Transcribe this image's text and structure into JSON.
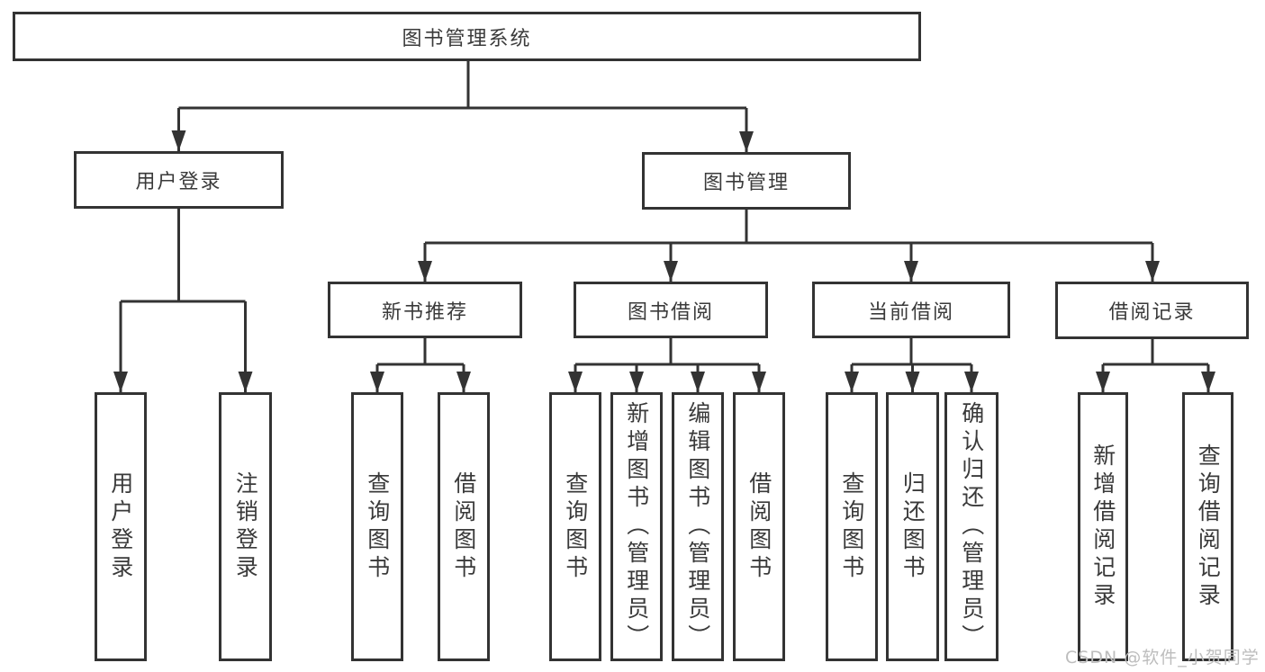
{
  "diagram": {
    "root": {
      "label": "图书管理系统"
    },
    "level2": {
      "user_login": {
        "label": "用户登录"
      },
      "book_mgmt": {
        "label": "图书管理"
      }
    },
    "level3": {
      "new_book_rec": {
        "label": "新书推荐"
      },
      "book_borrow": {
        "label": "图书借阅"
      },
      "current_borrow": {
        "label": "当前借阅"
      },
      "borrow_records": {
        "label": "借阅记录"
      }
    },
    "leaves": {
      "login": {
        "label": "用户登录"
      },
      "logout": {
        "label": "注销登录"
      },
      "rec_query": {
        "label": "查询图书"
      },
      "rec_borrow": {
        "label": "借阅图书"
      },
      "borrow_query": {
        "label": "查询图书"
      },
      "borrow_add": {
        "label": "新增图书（管理员）"
      },
      "borrow_edit": {
        "label": "编辑图书（管理员）"
      },
      "borrow_borrow": {
        "label": "借阅图书"
      },
      "current_query": {
        "label": "查询图书"
      },
      "current_return": {
        "label": "归还图书"
      },
      "current_confirm": {
        "label": "确认归还（管理员）"
      },
      "records_add": {
        "label": "新增借阅记录"
      },
      "records_query": {
        "label": "查询借阅记录"
      }
    },
    "hierarchy": {
      "图书管理系统": {
        "用户登录": [
          "用户登录",
          "注销登录"
        ],
        "图书管理": {
          "新书推荐": [
            "查询图书",
            "借阅图书"
          ],
          "图书借阅": [
            "查询图书",
            "新增图书（管理员）",
            "编辑图书（管理员）",
            "借阅图书"
          ],
          "当前借阅": [
            "查询图书",
            "归还图书",
            "确认归还（管理员）"
          ],
          "借阅记录": [
            "新增借阅记录",
            "查询借阅记录"
          ]
        }
      }
    },
    "colors": {
      "line": "#333333",
      "text": "#3a3a3a",
      "background": "#ffffff",
      "watermark": "#bdbdbd"
    },
    "watermark": "CSDN @软件_小贺同学"
  }
}
